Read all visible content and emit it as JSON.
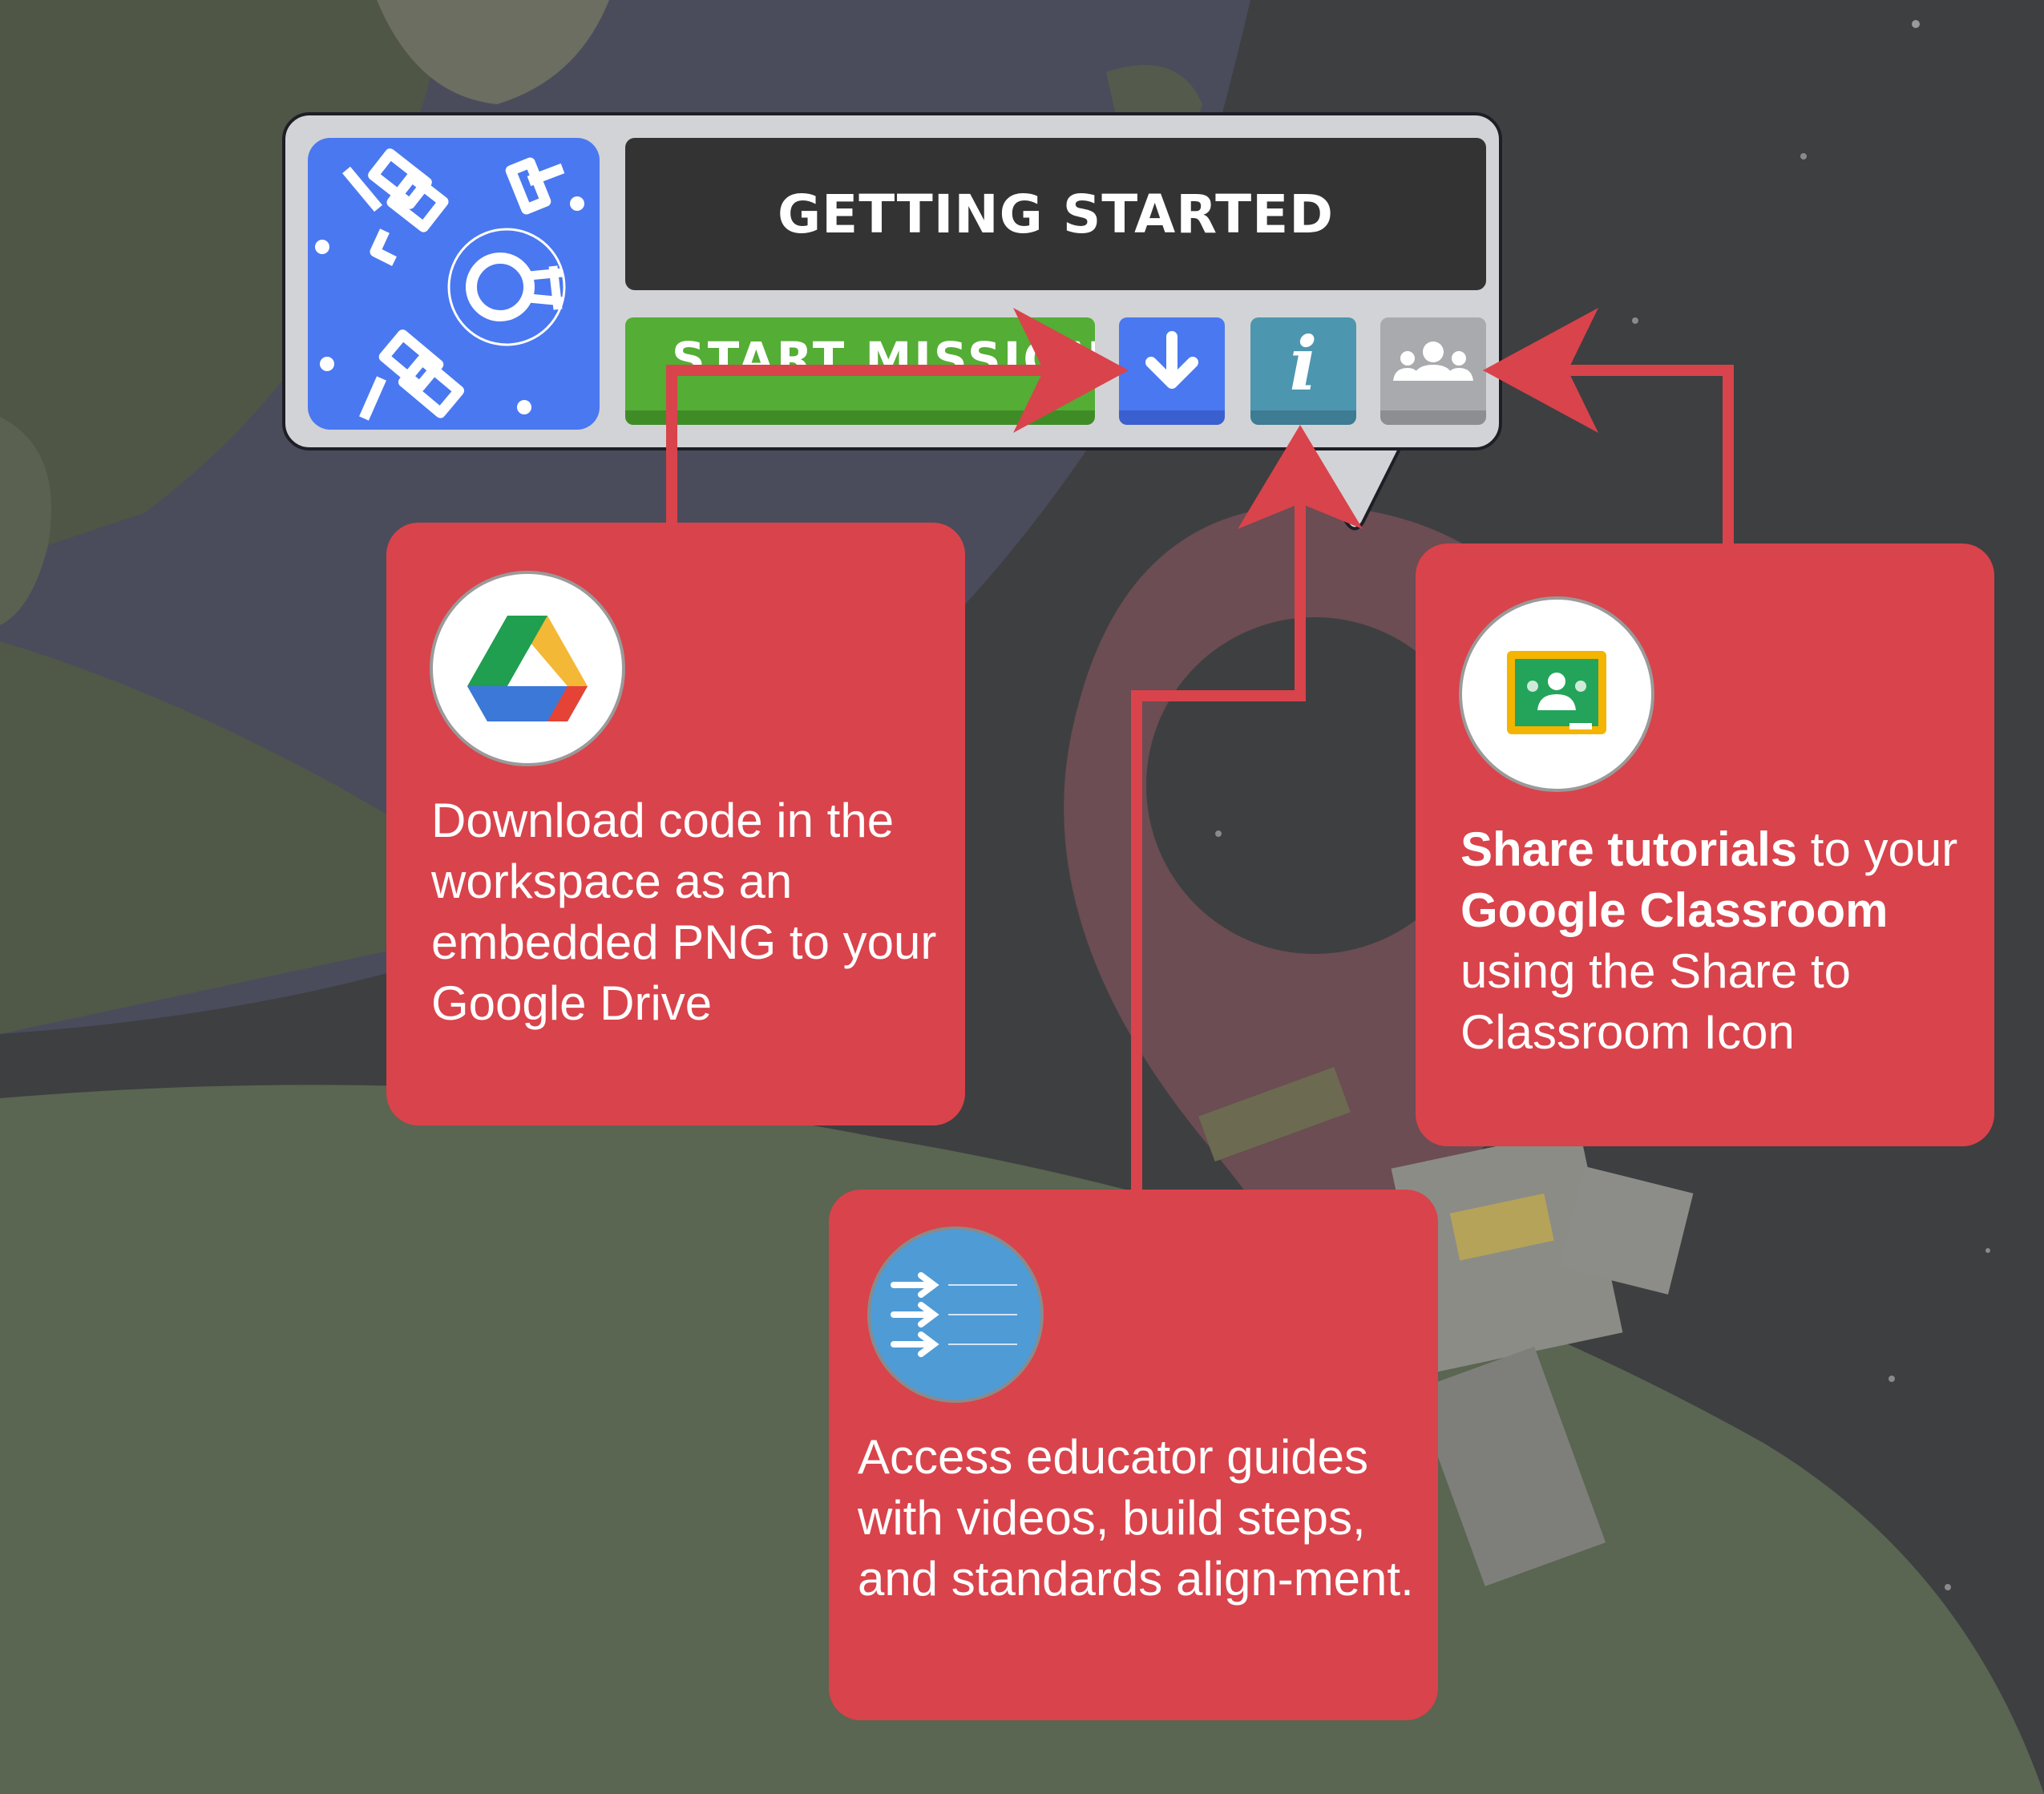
{
  "popup": {
    "title": "GETTING STARTED",
    "start_button_label": "START MISSION",
    "mission_icon": "satellite-mission-icon",
    "buttons": [
      {
        "name": "download-button",
        "icon": "arrow-down-icon"
      },
      {
        "name": "info-button",
        "icon": "info-icon",
        "glyph": "i"
      },
      {
        "name": "share-classroom-button",
        "icon": "classroom-people-icon"
      }
    ]
  },
  "callouts": {
    "drive": {
      "icon": "google-drive-icon",
      "text": "Download code in the workspace as an embedded PNG to your Google Drive"
    },
    "educator": {
      "icon": "educator-guides-icon",
      "text": "Access educator guides with videos, build steps, and standards align-ment."
    },
    "classroom": {
      "icon": "google-classroom-icon",
      "bold1": "Share tutorials",
      "plain1": " to your ",
      "bold2": "Google Classroom",
      "plain2": " using the Share to Classroom Icon"
    }
  },
  "colors": {
    "callout": "#d9434b",
    "arrow": "#d9434b",
    "popup_bg": "#d2d3d6",
    "start_green": "#54ad35",
    "download_blue": "#4a78f0",
    "info_teal": "#4d96af",
    "classroom_gray": "#a9aaad"
  }
}
